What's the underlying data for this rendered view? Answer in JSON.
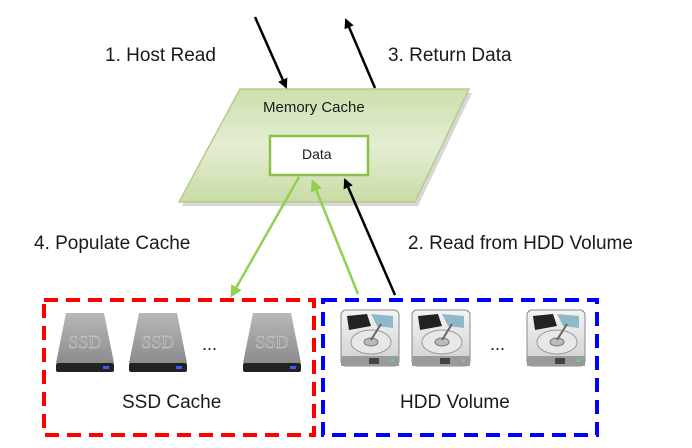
{
  "steps": {
    "host_read": "1. Host Read",
    "read_hdd": "2. Read from HDD Volume",
    "return_data": "3. Return Data",
    "populate_cache": "4. Populate Cache"
  },
  "memory_cache": {
    "label": "Memory Cache",
    "data_label": "Data"
  },
  "ssd_group": {
    "label": "SSD Cache",
    "ellipsis": "...",
    "drive_text": "SSD",
    "border_color": "#ff0000"
  },
  "hdd_group": {
    "label": "HDD Volume",
    "ellipsis": "...",
    "border_color": "#0000ff"
  },
  "colors": {
    "green_arrow": "#92d050",
    "black_arrow": "#000000",
    "cache_fill_top": "#d4e3b6",
    "cache_border": "#9bbb59"
  }
}
